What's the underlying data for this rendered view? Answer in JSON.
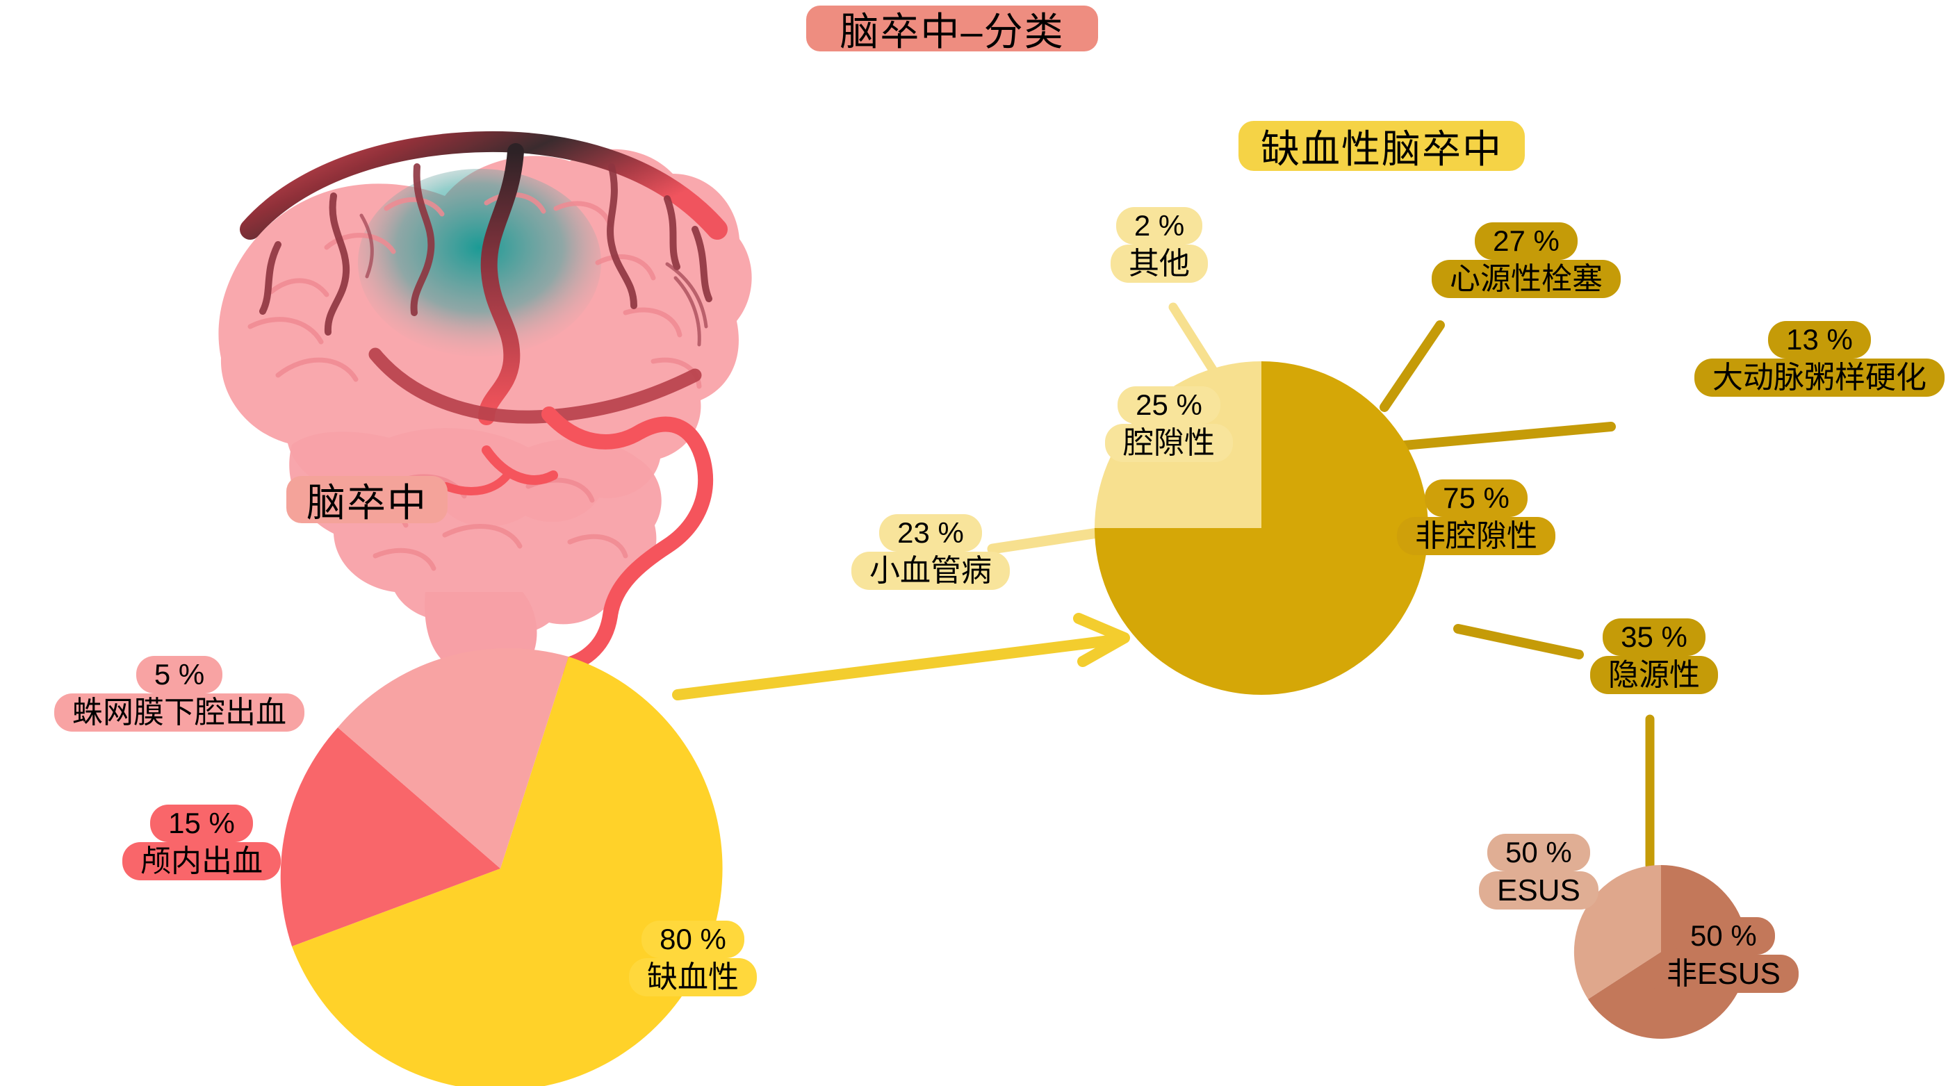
{
  "title": {
    "text": "脑卒中–分类"
  },
  "brain": {
    "label": "脑卒中",
    "icon": "brain-illustration",
    "colors": {
      "tissue": "#f9a8ad",
      "ischemic": "#1f9a96",
      "vessel": "#f5545c",
      "dark_vessel": "#3a2b2e"
    }
  },
  "sections": {
    "ischemic_header": "缺血性脑卒中"
  },
  "colors": {
    "title_bg": "#ee8d80",
    "brain_label_bg": "#f4a39a",
    "header_bg": "#f5d346",
    "pink": "#f8a3a3",
    "red": "#f9666a",
    "yellow": "#ffd229",
    "cream": "#f7e08f",
    "gold": "#d5a707",
    "gold_label": "#c59b08",
    "light_brown": "#dfa78c",
    "brown": "#c3785a",
    "arrow": "#f3cd2e"
  },
  "chart_data": [
    {
      "type": "pie",
      "id": "stroke-overview-pie",
      "title": "脑卒中",
      "categories": [
        "缺血性",
        "颅内出血",
        "蛛网膜下腔出血"
      ],
      "values": [
        80,
        15,
        5
      ],
      "unit": "%",
      "colors": [
        "#ffd229",
        "#f9666a",
        "#f8a3a3"
      ],
      "labels": [
        {
          "pct": "80 %",
          "name": "缺血性"
        },
        {
          "pct": "15 %",
          "name": "颅内出血"
        },
        {
          "pct": "5 %",
          "name": "蛛网膜下腔出血"
        }
      ]
    },
    {
      "type": "pie",
      "id": "ischemic-stroke-pie",
      "title": "缺血性脑卒中",
      "categories": [
        "非腔隙性",
        "腔隙性"
      ],
      "values": [
        75,
        25
      ],
      "unit": "%",
      "colors": [
        "#d5a707",
        "#f7e08f"
      ],
      "labels": [
        {
          "pct": "75 %",
          "name": "非腔隙性"
        },
        {
          "pct": "25 %",
          "name": "腔隙性"
        }
      ],
      "callouts": [
        {
          "pct": "2 %",
          "name": "其他",
          "tone": "cream"
        },
        {
          "pct": "23 %",
          "name": "小血管病",
          "tone": "cream"
        },
        {
          "pct": "27 %",
          "name": "心源性栓塞",
          "tone": "gold"
        },
        {
          "pct": "13 %",
          "name": "大动脉粥样硬化",
          "tone": "gold"
        },
        {
          "pct": "35 %",
          "name": "隐源性",
          "tone": "gold"
        }
      ]
    },
    {
      "type": "pie",
      "id": "cryptogenic-pie",
      "title": "隐源性",
      "categories": [
        "非ESUS",
        "ESUS"
      ],
      "values": [
        50,
        50
      ],
      "unit": "%",
      "colors": [
        "#c3785a",
        "#dfa78c"
      ],
      "labels": [
        {
          "pct": "50 %",
          "name": "非ESUS"
        },
        {
          "pct": "50 %",
          "name": "ESUS"
        }
      ]
    }
  ]
}
